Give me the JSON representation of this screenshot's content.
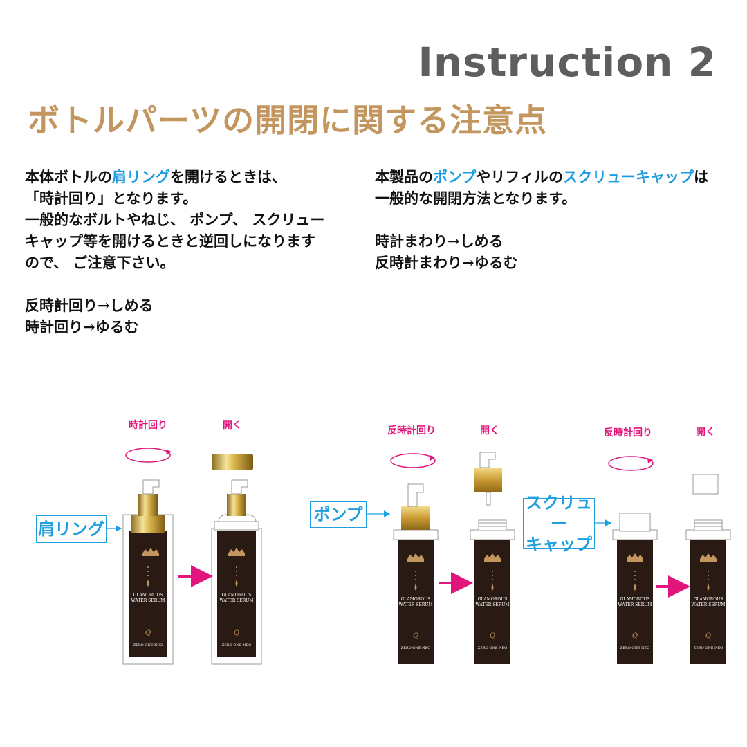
{
  "heading": "Instruction 2",
  "subtitle": "ボトルパーツの開閉に関する注意点",
  "left_text": {
    "l1_a": "本体ボトルの",
    "l1_b": "肩リング",
    "l1_c": "を開けるときは、",
    "l2": "「時計回り」となります。",
    "l3": "一般的なボルトやねじ、 ポンプ、 スクリュー",
    "l4": "キャップ等を開けるときと逆回しになります",
    "l5": "ので、 ご注意下さい。",
    "l6": "反時計回り→しめる",
    "l7": "時計回り→ゆるむ"
  },
  "right_text": {
    "l1_a": "本製品の",
    "l1_b": "ポンプ",
    "l1_c": "やリフィルの",
    "l1_d": "スクリューキャップ",
    "l1_e": "は",
    "l2": "一般的な開閉方法となります。",
    "l3": "時計まわり→しめる",
    "l4": "反時計まわり→ゆるむ"
  },
  "diagrams": {
    "g1_rotate": "時計回り",
    "g1_open": "開く",
    "g2_rotate": "反時計回り",
    "g2_open": "開く",
    "g3_rotate": "反時計回り",
    "g3_open": "開く",
    "callout_ring": "肩リング",
    "callout_pump": "ポンプ",
    "callout_cap_1": "スクリュー",
    "callout_cap_2": "キャップ",
    "bottle_name_1": "GLAMOROUS",
    "bottle_name_2": "WATER SERUM",
    "bottle_brand": "ZERO ONE NEO"
  },
  "colors": {
    "accent_gold": "#c3965f",
    "callout_blue": "#1e9fe0",
    "arrow_pink": "#e2157c",
    "heading_gray": "#5e5e5e",
    "bottle_dark": "#2a1a14"
  }
}
